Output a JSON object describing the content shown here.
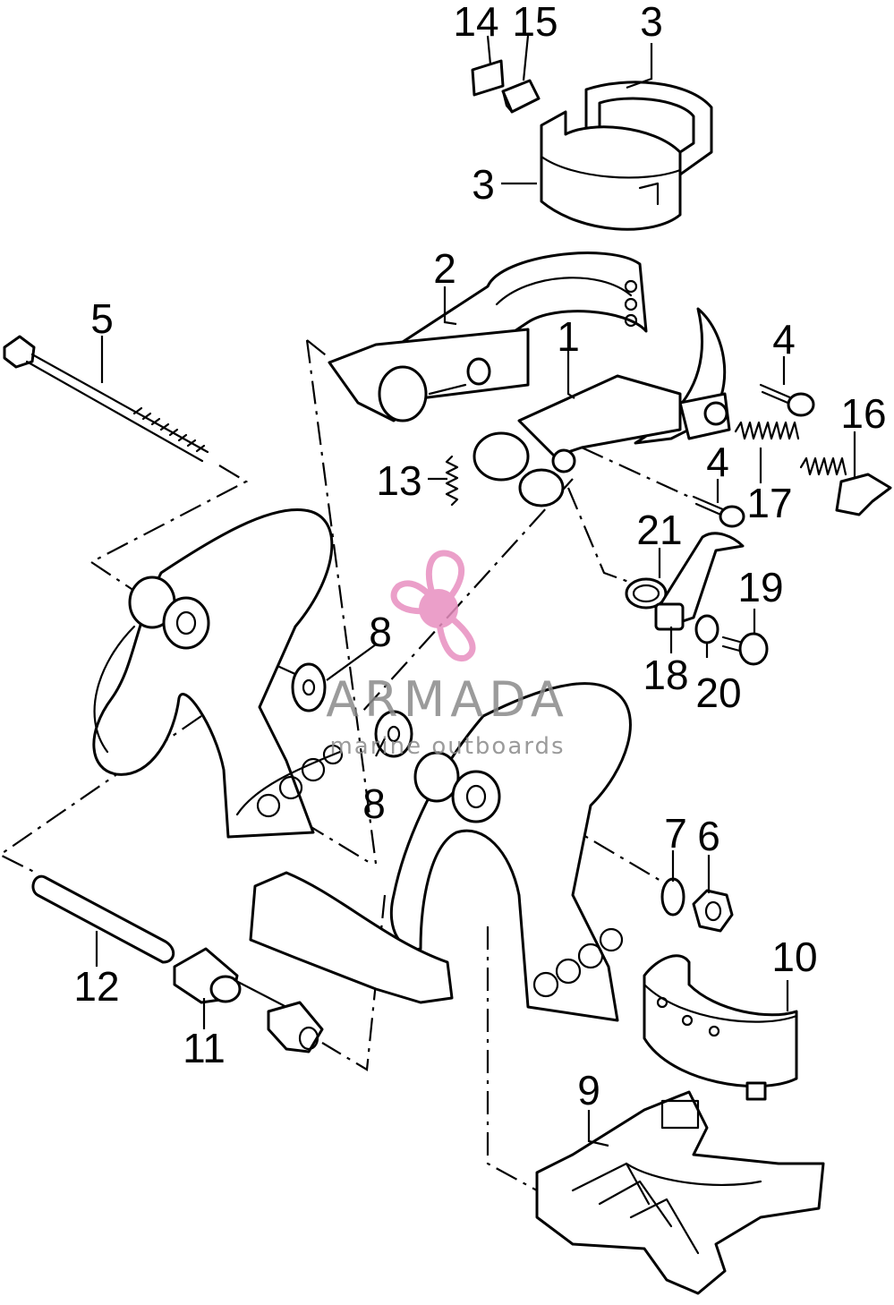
{
  "callouts": [
    {
      "id": "c1",
      "label": "1"
    },
    {
      "id": "c2",
      "label": "2"
    },
    {
      "id": "c3a",
      "label": "3"
    },
    {
      "id": "c3b",
      "label": "3"
    },
    {
      "id": "c4a",
      "label": "4"
    },
    {
      "id": "c4b",
      "label": "4"
    },
    {
      "id": "c5",
      "label": "5"
    },
    {
      "id": "c6",
      "label": "6"
    },
    {
      "id": "c7",
      "label": "7"
    },
    {
      "id": "c8a",
      "label": "8"
    },
    {
      "id": "c8b",
      "label": "8"
    },
    {
      "id": "c9",
      "label": "9"
    },
    {
      "id": "c10",
      "label": "10"
    },
    {
      "id": "c11",
      "label": "11"
    },
    {
      "id": "c12",
      "label": "12"
    },
    {
      "id": "c13",
      "label": "13"
    },
    {
      "id": "c14",
      "label": "14"
    },
    {
      "id": "c15",
      "label": "15"
    },
    {
      "id": "c16",
      "label": "16"
    },
    {
      "id": "c17",
      "label": "17"
    },
    {
      "id": "c18",
      "label": "18"
    },
    {
      "id": "c19",
      "label": "19"
    },
    {
      "id": "c20",
      "label": "20"
    },
    {
      "id": "c21",
      "label": "21"
    }
  ],
  "watermark": {
    "brand": "ARMADA",
    "tagline": "marine outboards",
    "text_color": "#8a8a8a",
    "logo_color": "#e88fc0",
    "logo_icon": "propeller-icon"
  },
  "colors": {
    "line": "#000000",
    "background": "#ffffff"
  }
}
